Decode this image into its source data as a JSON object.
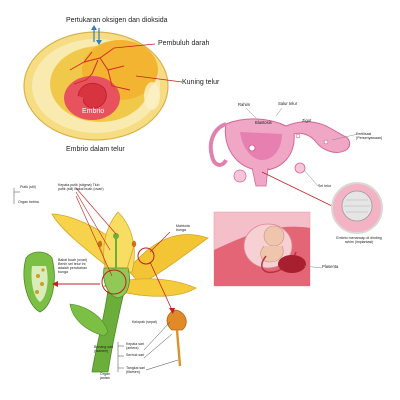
{
  "embryo_egg": {
    "labels": {
      "gas_exchange": "Pertukaran oksigen dan dioksida",
      "blood_vessels": "Pembuluh darah",
      "yolk": "Kuning telur",
      "embryo": "Embrio"
    },
    "caption": "Embrio dalam telur"
  },
  "uterus": {
    "labels": {
      "uterus": "Rahim",
      "oviduct": "Salur telur",
      "blastocyst": "Blastosis",
      "zygote": "Zigot",
      "fertilisation": "Fertilisasi (Persenyawaan)",
      "egg_cell": "Sel telur",
      "placenta": "Plasenta",
      "implantation": "Embrio menancap di dinding rahim (implantasi)"
    }
  },
  "flower": {
    "labels": {
      "stigma": "Putik (stil)",
      "female_organ": "Organ betina",
      "head_tube_ovary": "Kepala putik (stigma) Tiub putik (stil) Bakal buah (ovari)",
      "anther_top": "Mahkota bunga",
      "ovary_cross": "Bakal buah (ovari) Benih sel telur ini adalah perubahan bunga",
      "anther": "Kepala sari (antera)",
      "stamen": "Benang sari (stamen)",
      "pollen": "Serbuk sari",
      "filament": "Tangkai sari (filamen)",
      "male_organ": "Organ jantan",
      "anther_head": "Kelopak (sepal)"
    }
  }
}
